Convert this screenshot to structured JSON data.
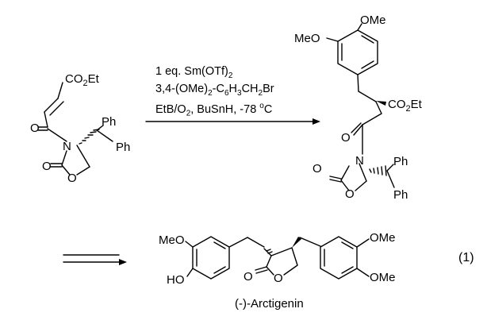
{
  "reaction_conditions": {
    "line1": "1 eq. Sm(OTf)2",
    "line2": "3,4-(OMe)2-C6H3CH2Br",
    "line3": "EtB/O2, BuSnH, -78 °C"
  },
  "equation_number": "(1)",
  "product_name": "(-)-Arctigenin",
  "atom_labels": {
    "co2et": "CO2Et",
    "ome": "OMe",
    "meo": "MeO",
    "ho": "HO",
    "ph": "Ph",
    "n": "N",
    "o": "O"
  }
}
